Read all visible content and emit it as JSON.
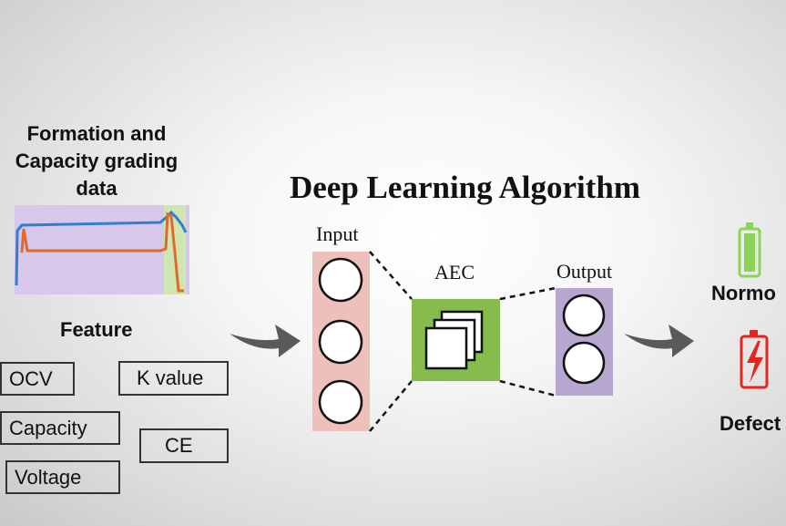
{
  "left": {
    "title_lines": [
      "Formation and",
      "Capacity grading",
      "data"
    ],
    "feature_title": "Feature",
    "features": [
      "OCV",
      "K value",
      "Capacity",
      "CE",
      "Voltage"
    ]
  },
  "center": {
    "title": "Deep Learning Algorithm",
    "input_label": "Input",
    "aec_label": "AEC",
    "output_label": "Output"
  },
  "right": {
    "normal_label": "Normo",
    "defect_label": "Defect"
  },
  "colors": {
    "input_layer": "#eec0bc",
    "aec_block": "#86bb4e",
    "output_layer": "#b7a6d0",
    "arrow": "#5a5a5a",
    "normal_battery": "#8cd35a",
    "defect_battery": "#e52620",
    "chart_bg": "#d7c7ea",
    "curve_blue": "#2f7fd0",
    "curve_orange": "#e06a2c",
    "chart_green_strip": "#cfe6b3"
  },
  "icons": [
    "curved-arrow-icon",
    "battery-full-icon",
    "battery-defect-icon",
    "stacked-squares-icon"
  ]
}
